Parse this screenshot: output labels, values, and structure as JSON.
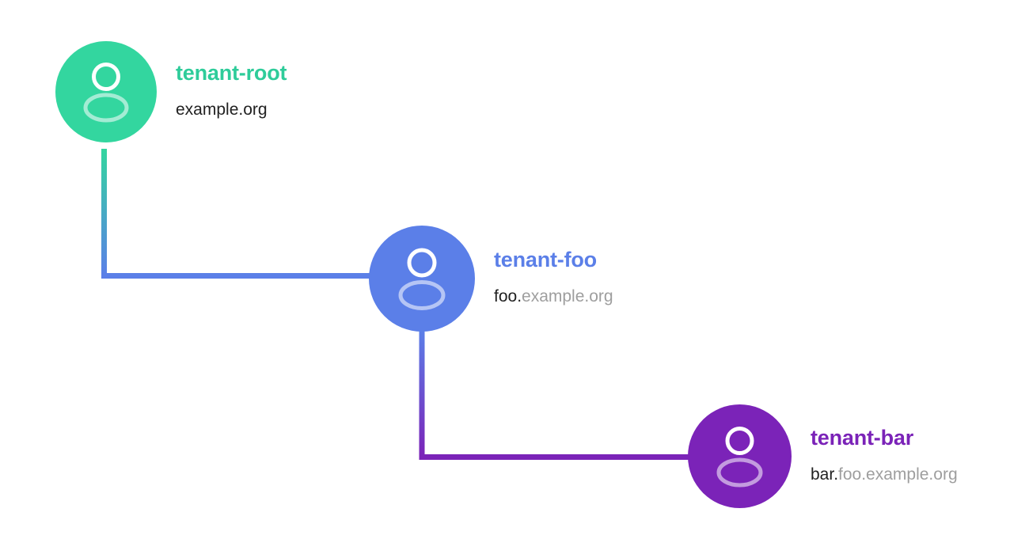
{
  "diagram": {
    "type": "tenant-hierarchy-tree",
    "background_color": "#ffffff",
    "nodes": [
      {
        "id": "tenant-root",
        "title": "tenant-root",
        "subtitle_prefix": "example.org",
        "subtitle_suffix": "",
        "title_color": "#2ecc9a",
        "avatar_color": "#33d69f",
        "icon": "person-icon",
        "level": 0
      },
      {
        "id": "tenant-foo",
        "title": "tenant-foo",
        "subtitle_prefix": "foo.",
        "subtitle_suffix": "example.org",
        "title_color": "#5b7fe8",
        "avatar_color": "#5b7fe8",
        "icon": "person-icon",
        "level": 1
      },
      {
        "id": "tenant-bar",
        "title": "tenant-bar",
        "subtitle_prefix": "bar.",
        "subtitle_suffix": "foo.example.org",
        "title_color": "#7b23b8",
        "avatar_color": "#7b23b8",
        "icon": "person-icon",
        "level": 2
      }
    ],
    "connectors": [
      {
        "id": "connector-root-to-foo",
        "from": "tenant-root",
        "to": "tenant-foo",
        "start_color": "#33d69f",
        "end_color": "#5b7fe8",
        "stroke_width": 7
      },
      {
        "id": "connector-foo-to-bar",
        "from": "tenant-foo",
        "to": "tenant-bar",
        "start_color": "#5b7fe8",
        "end_color": "#7b23b8",
        "stroke_width": 7
      }
    ],
    "subtitle_prefix_color": "#212121",
    "subtitle_suffix_color": "#9e9e9e"
  }
}
